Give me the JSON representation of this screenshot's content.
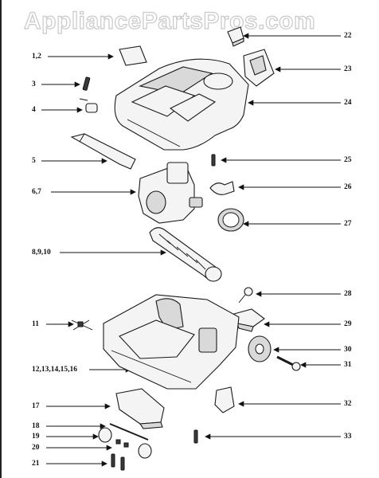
{
  "watermark": "AppliancePartsPros.com",
  "labels_left": [
    {
      "id": "1-2",
      "text": "1,2"
    },
    {
      "id": "3",
      "text": "3"
    },
    {
      "id": "4",
      "text": "4"
    },
    {
      "id": "5",
      "text": "5"
    },
    {
      "id": "6-7",
      "text": "6,7"
    },
    {
      "id": "8-9-10",
      "text": "8,9,10"
    },
    {
      "id": "11",
      "text": "11"
    },
    {
      "id": "12-16",
      "text": "12,13,14,15,16"
    },
    {
      "id": "17",
      "text": "17"
    },
    {
      "id": "18",
      "text": "18"
    },
    {
      "id": "19",
      "text": "19"
    },
    {
      "id": "20",
      "text": "20"
    },
    {
      "id": "21",
      "text": "21"
    }
  ],
  "labels_right": [
    {
      "id": "22",
      "text": "22"
    },
    {
      "id": "23",
      "text": "23"
    },
    {
      "id": "24",
      "text": "24"
    },
    {
      "id": "25",
      "text": "25"
    },
    {
      "id": "26",
      "text": "26"
    },
    {
      "id": "27",
      "text": "27"
    },
    {
      "id": "28",
      "text": "28"
    },
    {
      "id": "29",
      "text": "29"
    },
    {
      "id": "30",
      "text": "30"
    },
    {
      "id": "31",
      "text": "31"
    },
    {
      "id": "32",
      "text": "32"
    },
    {
      "id": "33",
      "text": "33"
    }
  ]
}
